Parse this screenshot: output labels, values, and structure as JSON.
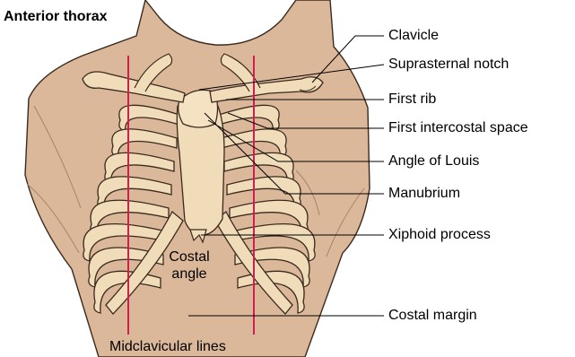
{
  "title": "Anterior thorax",
  "labels": {
    "clavicle": "Clavicle",
    "suprasternal_notch": "Suprasternal notch",
    "first_rib": "First rib",
    "first_intercostal_space": "First intercostal space",
    "angle_of_louis": "Angle of Louis",
    "manubrium": "Manubrium",
    "xiphoid_process": "Xiphoid process",
    "costal_margin": "Costal margin",
    "costal_angle_line1": "Costal",
    "costal_angle_line2": "angle",
    "midclavicular_lines": "Midclavicular lines"
  },
  "colors": {
    "skin": "#dcb89a",
    "skin_shadow": "#c79e80",
    "bone": "#f0dcb8",
    "bone_outline": "#3a2a1e",
    "midclavicular_line": "#d01f4a"
  }
}
